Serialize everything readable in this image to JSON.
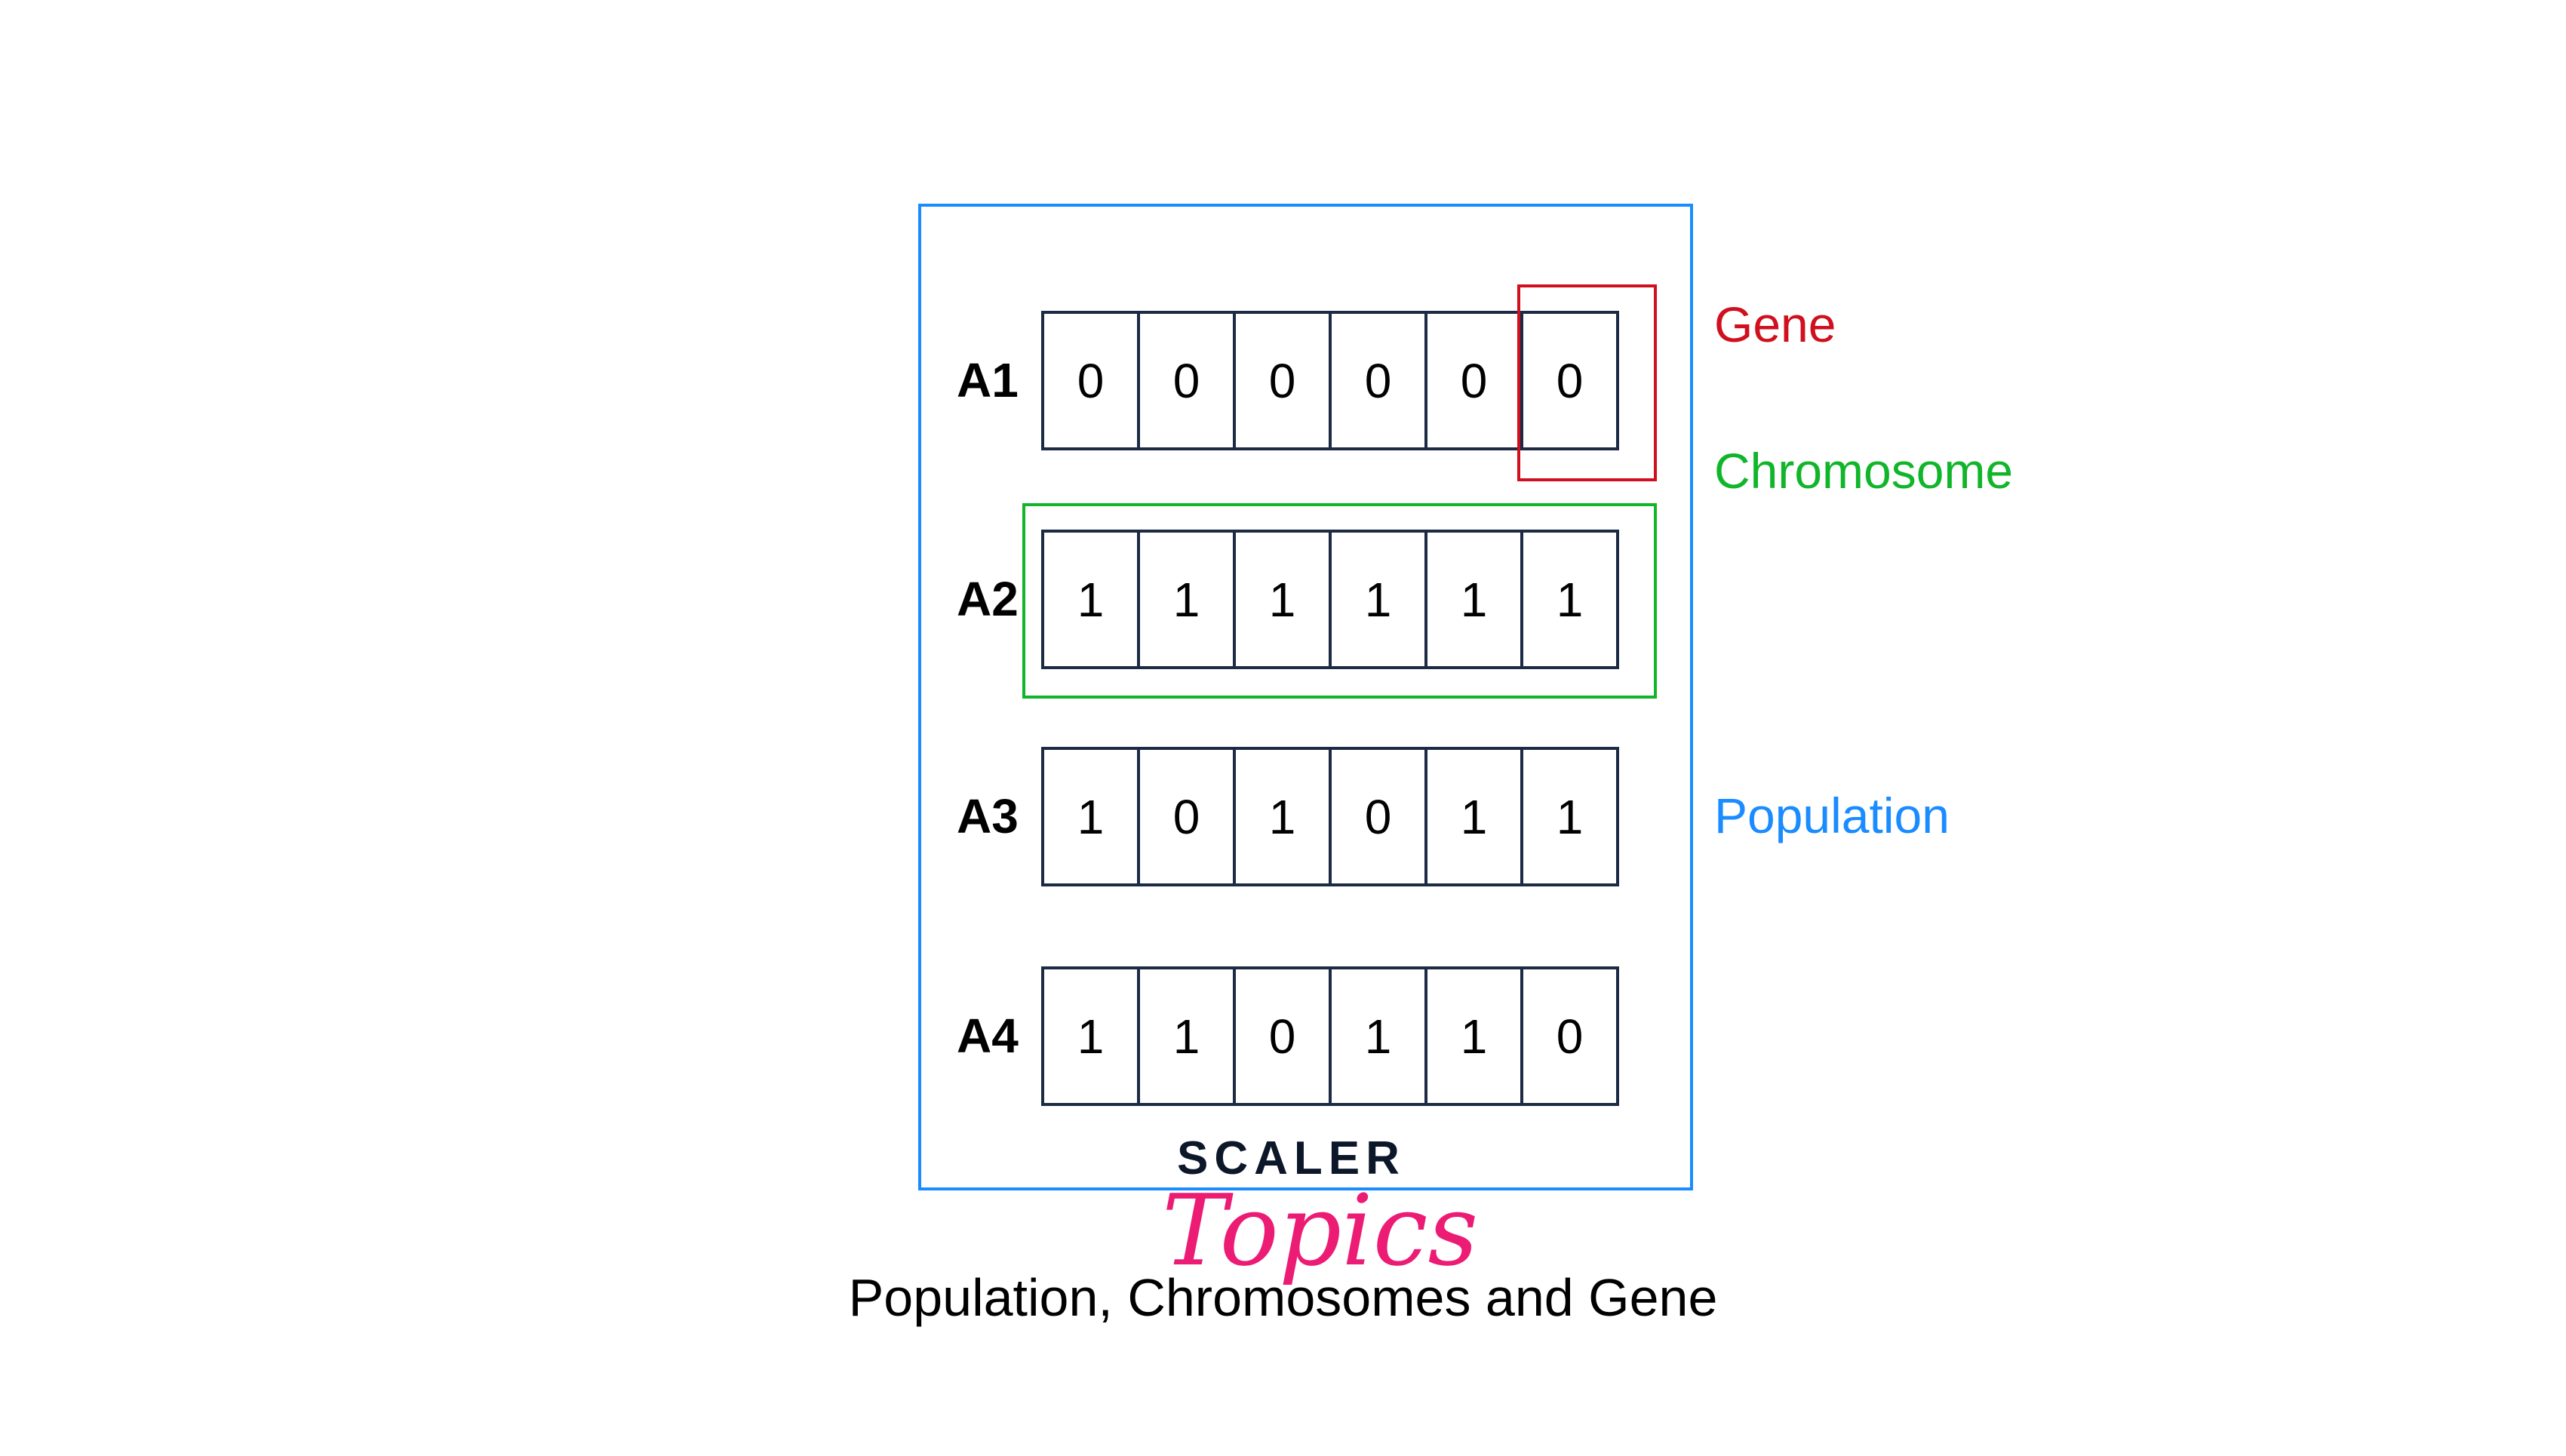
{
  "rows": [
    {
      "label": "A1",
      "genes": [
        "0",
        "0",
        "0",
        "0",
        "0",
        "0"
      ]
    },
    {
      "label": "A2",
      "genes": [
        "1",
        "1",
        "1",
        "1",
        "1",
        "1"
      ]
    },
    {
      "label": "A3",
      "genes": [
        "1",
        "0",
        "1",
        "0",
        "1",
        "1"
      ]
    },
    {
      "label": "A4",
      "genes": [
        "1",
        "1",
        "0",
        "1",
        "1",
        "0"
      ]
    }
  ],
  "legend": {
    "gene": "Gene",
    "chromosome": "Chromosome",
    "population": "Population"
  },
  "colors": {
    "gene": "#d0101e",
    "chromosome": "#10b52a",
    "population": "#1a8cff"
  },
  "caption": "Population, Chromosomes and Gene",
  "logo": {
    "line1": "SCALER",
    "line2": "Topics"
  }
}
